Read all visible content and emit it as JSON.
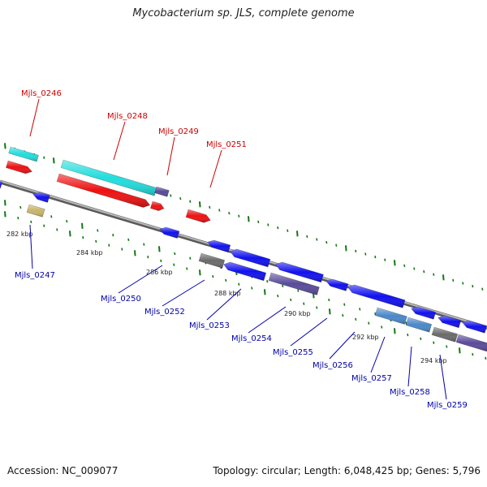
{
  "title": "Mycobacterium sp. JLS, complete genome",
  "accession": "Accession: NC_009077",
  "stats": "Topology: circular; Length: 6,048,425 bp; Genes: 5,796",
  "kbp_labels": [
    "282 kbp",
    "284 kbp",
    "286 kbp",
    "288 kbp",
    "290 kbp",
    "292 kbp",
    "294 kbp"
  ],
  "genes_forward": [
    "Mjls_0246",
    "Mjls_0248",
    "Mjls_0249",
    "Mjls_0251"
  ],
  "genes_reverse": [
    "Mjls_0247",
    "Mjls_0250",
    "Mjls_0252",
    "Mjls_0253",
    "Mjls_0254",
    "Mjls_0255",
    "Mjls_0256",
    "Mjls_0257",
    "Mjls_0258",
    "Mjls_0259"
  ],
  "colors": {
    "forward_label": "#cc0000",
    "reverse_label": "#0000aa",
    "forward_cds": "#ee1111",
    "reverse_cds": "#1111ee",
    "cog_cyan": "#22dddd",
    "cog_purple": "#5a4a9a",
    "cog_steel": "#4a88c8",
    "cog_gray": "#6a6a6a",
    "cog_tan": "#c8b46a",
    "backbone": "#8a8a8a",
    "tick": "#117711"
  }
}
